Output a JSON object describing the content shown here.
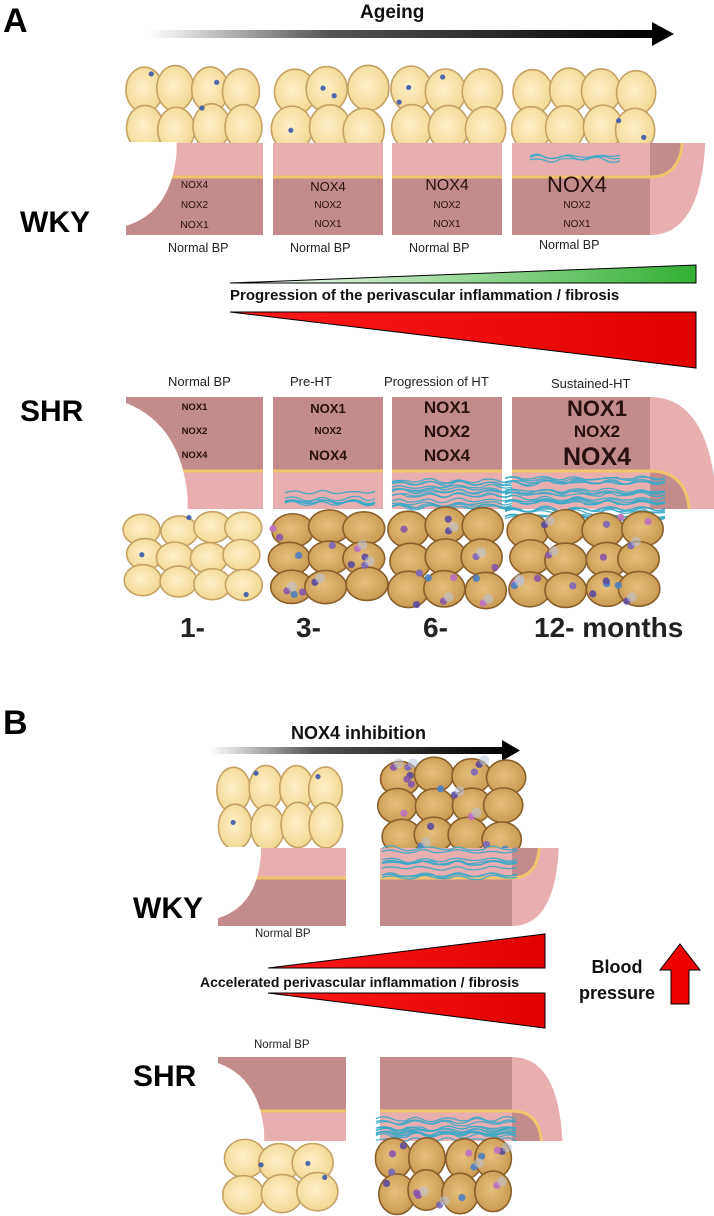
{
  "panel_a": {
    "label": "A",
    "arrow_title": "Ageing",
    "wky": {
      "strain": "WKY",
      "bp_labels": [
        "Normal BP",
        "Normal BP",
        "Normal BP",
        "Normal BP"
      ],
      "nox": {
        "row1": [
          "NOX4",
          "NOX4",
          "NOX4",
          "NOX4"
        ],
        "row2": [
          "NOX2",
          "NOX2",
          "NOX2",
          "NOX2"
        ],
        "row3": [
          "NOX1",
          "NOX1",
          "NOX1",
          "NOX1"
        ]
      }
    },
    "banner": "Progression of the perivascular inflammation  / fibrosis",
    "shr": {
      "strain": "SHR",
      "stage_labels": [
        "Normal BP",
        "Pre-HT",
        "Progression of HT",
        "Sustained-HT"
      ],
      "nox": {
        "row1": [
          "NOX1",
          "NOX1",
          "NOX1",
          "NOX1"
        ],
        "row2": [
          "NOX2",
          "NOX2",
          "NOX2",
          "NOX2"
        ],
        "row3": [
          "NOX4",
          "NOX4",
          "NOX4",
          "NOX4"
        ]
      }
    },
    "months": [
      "1-",
      "3-",
      "6-",
      "12- months"
    ]
  },
  "panel_b": {
    "label": "B",
    "arrow_title": "NOX4 inhibition",
    "wky": {
      "strain": "WKY",
      "bp_label": "Normal BP"
    },
    "banner": "Accelerated perivascular inflammation  / fibrosis",
    "blood_pressure": "Blood\npressure",
    "shr": {
      "strain": "SHR",
      "bp_label": "Normal BP"
    }
  },
  "colors": {
    "media": "#c48b8c",
    "adventitia": "#e8aeb0",
    "elastic": "#f3c46e",
    "fat": "#f8e3a8",
    "fat_edge": "#c5a264",
    "inflamed_fat": "#d9b06e",
    "fibrosis": "#3aa8c8",
    "red": "#ee0000",
    "green": "#3db53d"
  },
  "icons": {
    "adipocytes": "adipocyte-cluster-icon",
    "inflamed_adipocytes": "inflamed-adipocyte-cluster-icon",
    "vessel": "vessel-wall-icon",
    "fibrosis": "collagen-fiber-icon",
    "bp_up": "up-arrow-icon"
  }
}
